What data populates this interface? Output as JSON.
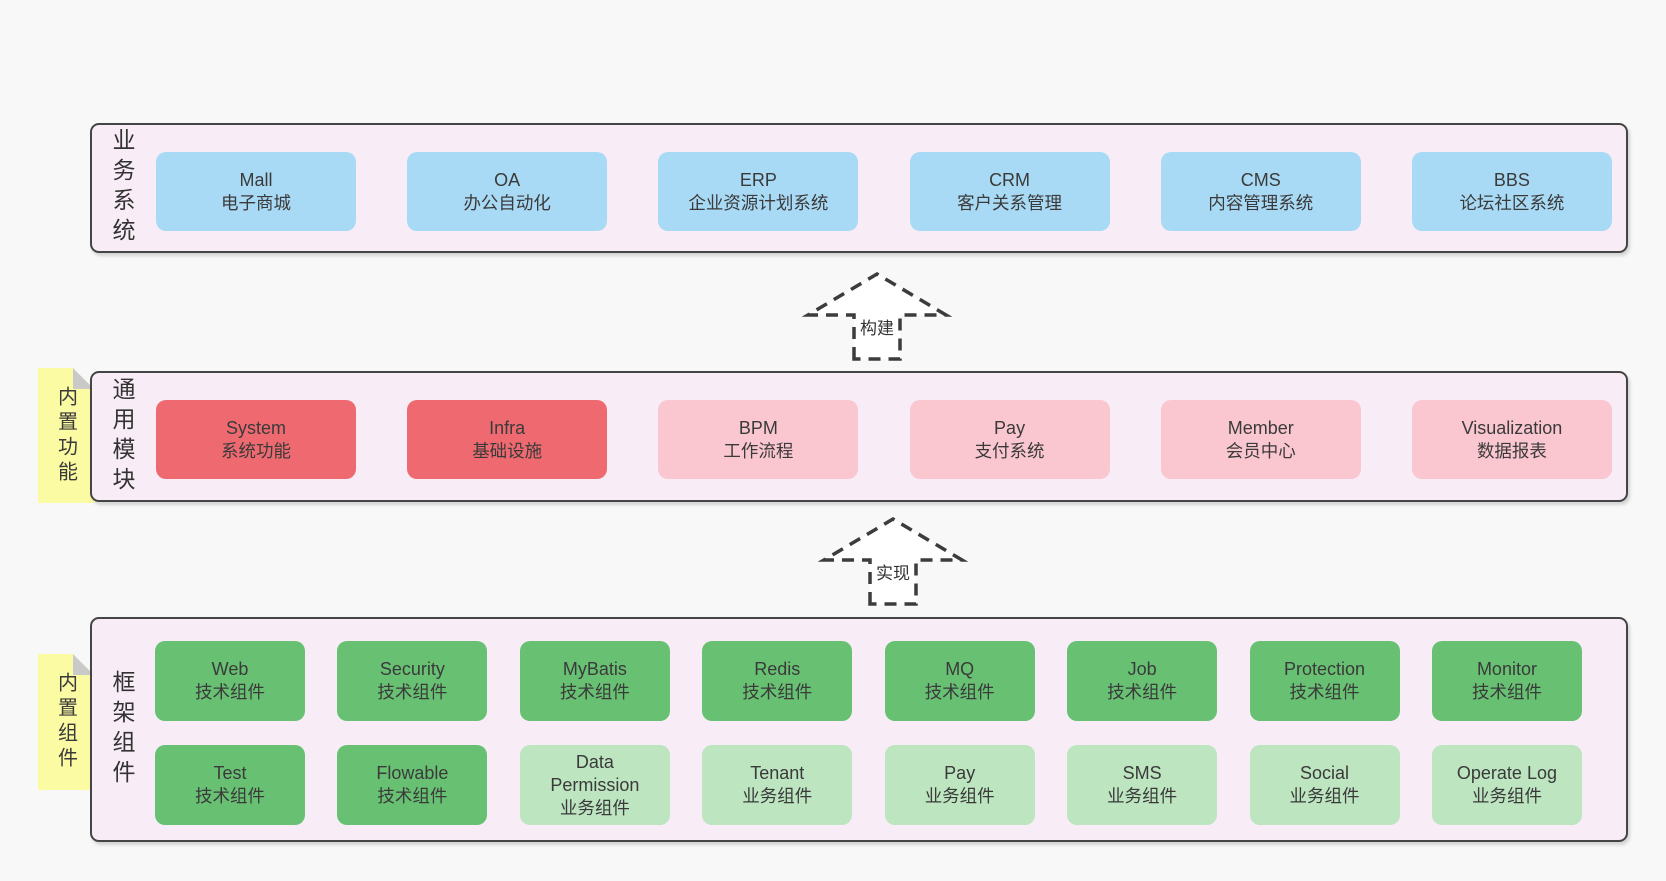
{
  "colors": {
    "page_bg": "#f8f8f8",
    "band_bg": "#f8edf6",
    "band_border": "#454545",
    "box_blue": "#a9daf5",
    "box_red": "#ef6a70",
    "box_pink": "#fac7d0",
    "box_green": "#68c173",
    "box_green_light": "#bce5c0",
    "sticky_yellow": "#fbfba3",
    "sticky_fold": "#c9c9c9",
    "text": "#3a3a3a"
  },
  "bands": [
    {
      "label": "业务系统",
      "boxes": [
        {
          "name": "Mall",
          "desc": "电子商城",
          "color": "box_blue"
        },
        {
          "name": "OA",
          "desc": "办公自动化",
          "color": "box_blue"
        },
        {
          "name": "ERP",
          "desc": "企业资源计划系统",
          "color": "box_blue"
        },
        {
          "name": "CRM",
          "desc": "客户关系管理",
          "color": "box_blue"
        },
        {
          "name": "CMS",
          "desc": "内容管理系统",
          "color": "box_blue"
        },
        {
          "name": "BBS",
          "desc": "论坛社区系统",
          "color": "box_blue"
        }
      ]
    },
    {
      "label": "通用模块",
      "sticky": "内置功能",
      "boxes": [
        {
          "name": "System",
          "desc": "系统功能",
          "color": "box_red"
        },
        {
          "name": "Infra",
          "desc": "基础设施",
          "color": "box_red"
        },
        {
          "name": "BPM",
          "desc": "工作流程",
          "color": "box_pink"
        },
        {
          "name": "Pay",
          "desc": "支付系统",
          "color": "box_pink"
        },
        {
          "name": "Member",
          "desc": "会员中心",
          "color": "box_pink"
        },
        {
          "name": "Visualization",
          "desc": "数据报表",
          "color": "box_pink"
        }
      ]
    },
    {
      "label": "框架组件",
      "sticky": "内置组件",
      "row1": [
        {
          "name": "Web",
          "desc": "技术组件",
          "color": "box_green"
        },
        {
          "name": "Security",
          "desc": "技术组件",
          "color": "box_green"
        },
        {
          "name": "MyBatis",
          "desc": "技术组件",
          "color": "box_green"
        },
        {
          "name": "Redis",
          "desc": "技术组件",
          "color": "box_green"
        },
        {
          "name": "MQ",
          "desc": "技术组件",
          "color": "box_green"
        },
        {
          "name": "Job",
          "desc": "技术组件",
          "color": "box_green"
        },
        {
          "name": "Protection",
          "desc": "技术组件",
          "color": "box_green"
        },
        {
          "name": "Monitor",
          "desc": "技术组件",
          "color": "box_green"
        }
      ],
      "row2": [
        {
          "name": "Test",
          "desc": "技术组件",
          "color": "box_green"
        },
        {
          "name": "Flowable",
          "desc": "技术组件",
          "color": "box_green"
        },
        {
          "name": "Data\nPermission",
          "desc": "业务组件",
          "color": "box_green_light"
        },
        {
          "name": "Tenant",
          "desc": "业务组件",
          "color": "box_green_light"
        },
        {
          "name": "Pay",
          "desc": "业务组件",
          "color": "box_green_light"
        },
        {
          "name": "SMS",
          "desc": "业务组件",
          "color": "box_green_light"
        },
        {
          "name": "Social",
          "desc": "业务组件",
          "color": "box_green_light"
        },
        {
          "name": "Operate Log",
          "desc": "业务组件",
          "color": "box_green_light"
        }
      ]
    }
  ],
  "arrows": [
    {
      "label": "构建"
    },
    {
      "label": "实现"
    }
  ]
}
